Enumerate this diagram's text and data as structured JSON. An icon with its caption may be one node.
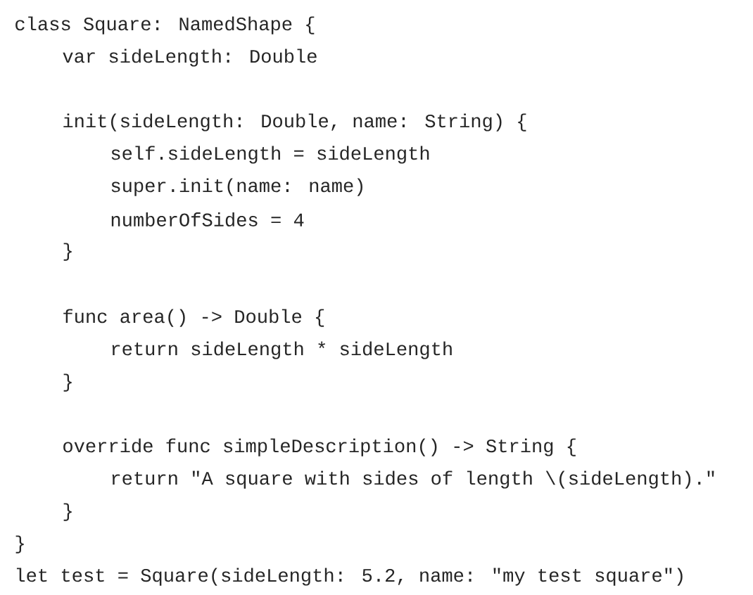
{
  "diagram": {
    "labels": [
      "class Square: NamedShape {",
      "var sideLength: Double",
      "init(sideLength: Double, name: String) {",
      "self.sideLength = sideLength",
      "super.init(name: name)",
      "numberOfSides = 4",
      "}",
      "func area() -> Double {",
      "return sideLength * sideLength",
      "}",
      "override func simpleDescription() -> String {",
      "return \"A square with sides of length \\(sideLength).\"",
      "}",
      "}",
      "let test = Square(sideLength: 5.2, name: \"my test square\")"
    ]
  }
}
